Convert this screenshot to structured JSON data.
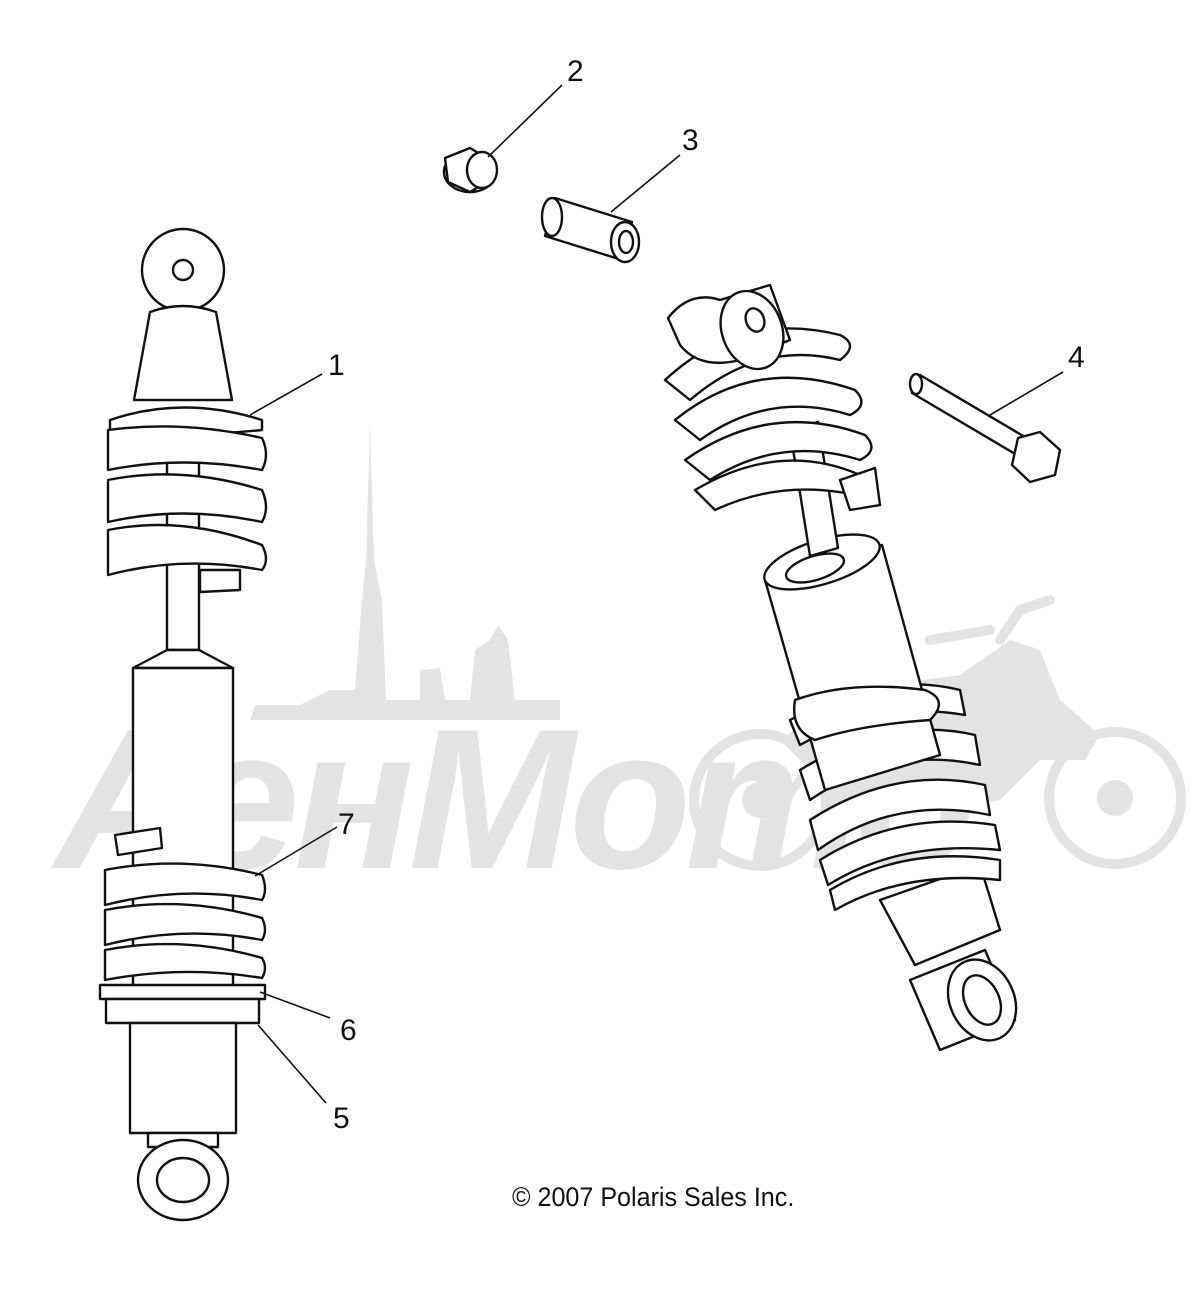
{
  "diagram": {
    "callouts": [
      {
        "id": "1",
        "label": "1"
      },
      {
        "id": "2",
        "label": "2"
      },
      {
        "id": "3",
        "label": "3"
      },
      {
        "id": "4",
        "label": "4"
      },
      {
        "id": "5",
        "label": "5"
      },
      {
        "id": "6",
        "label": "6"
      },
      {
        "id": "7",
        "label": "7"
      }
    ],
    "copyright": "© 2007 Polaris Sales Inc.",
    "watermark_text": "АенМото"
  }
}
